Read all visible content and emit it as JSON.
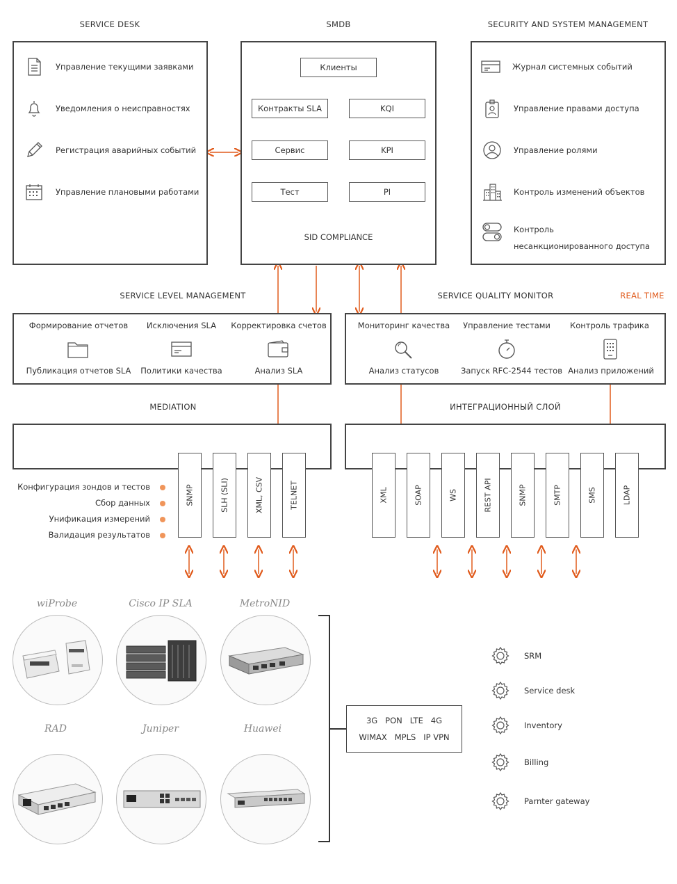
{
  "headers": {
    "service_desk": "SERVICE DESK",
    "smdb": "SMDB",
    "security": "SECURITY AND SYSTEM MANAGEMENT",
    "slm": "SERVICE LEVEL MANAGEMENT",
    "sqm": "SERVICE QUALITY MONITOR",
    "real_time": "REAL TIME",
    "mediation": "MEDIATION",
    "integration": "ИНТЕГРАЦИОННЫЙ СЛОЙ"
  },
  "service_desk": {
    "items": [
      {
        "icon": "document-icon",
        "label": "Управление текущими заявками"
      },
      {
        "icon": "bell-icon",
        "label": "Уведомления о неисправностях"
      },
      {
        "icon": "pencil-icon",
        "label": "Регистрация аварийных событий"
      },
      {
        "icon": "calendar-icon",
        "label": "Управление плановыми работами"
      }
    ]
  },
  "smdb": {
    "clients": "Клиенты",
    "sla_contracts": "Контракты SLA",
    "kqi": "KQI",
    "service": "Сервис",
    "kpi": "KPI",
    "test": "Тест",
    "pi": "PI",
    "compliance": "SID COMPLIANCE"
  },
  "security": {
    "items": [
      {
        "icon": "log-card-icon",
        "label": "Журнал системных событий"
      },
      {
        "icon": "id-badge-icon",
        "label": "Управление правами доступа"
      },
      {
        "icon": "user-circle-icon",
        "label": "Управление ролями"
      },
      {
        "icon": "buildings-icon",
        "label": "Контроль изменений объектов"
      },
      {
        "icon": "toggle-icon",
        "label": "Контроль",
        "label2": "несанкционированного доступа"
      }
    ]
  },
  "slm": {
    "top": [
      "Формирование отчетов",
      "Исключения SLA",
      "Корректировка счетов"
    ],
    "bottom": [
      "Публикация отчетов SLA",
      "Политики качества",
      "Анализ SLA"
    ],
    "icons": [
      "folder-icon",
      "card-icon",
      "wallet-icon"
    ]
  },
  "sqm": {
    "top": [
      "Мониторинг качества",
      "Управление тестами",
      "Контроль трафика"
    ],
    "bottom": [
      "Анализ статусов",
      "Запуск RFC-2544 тестов",
      "Анализ приложений"
    ],
    "icons": [
      "magnifier-icon",
      "stopwatch-icon",
      "phone-icon"
    ]
  },
  "mediation": {
    "features": [
      "Конфигурация зондов и тестов",
      "Сбор данных",
      "Унификация измерений",
      "Валидация результатов"
    ],
    "protocols": [
      "SNMP",
      "SLH (SLI)",
      "XML, CSV",
      "TELNET"
    ]
  },
  "integration": {
    "protocols": [
      "XML",
      "SOAP",
      "WS",
      "REST API",
      "SNMP",
      "SMTP",
      "SMS",
      "LDAP"
    ]
  },
  "devices": [
    "wiProbe",
    "Cisco IP SLA",
    "MetroNID",
    "RAD",
    "Juniper",
    "Huawei"
  ],
  "technologies": {
    "line1": "3G   PON   LTE   4G",
    "line2": "WIMAX   MPLS   IP VPN"
  },
  "systems": [
    "SRM",
    "Service desk",
    "Inventory",
    "Billing",
    "Parnter gateway"
  ],
  "colors": {
    "accent": "#e05a1b",
    "border": "#444444",
    "dot": "#f0955a"
  }
}
